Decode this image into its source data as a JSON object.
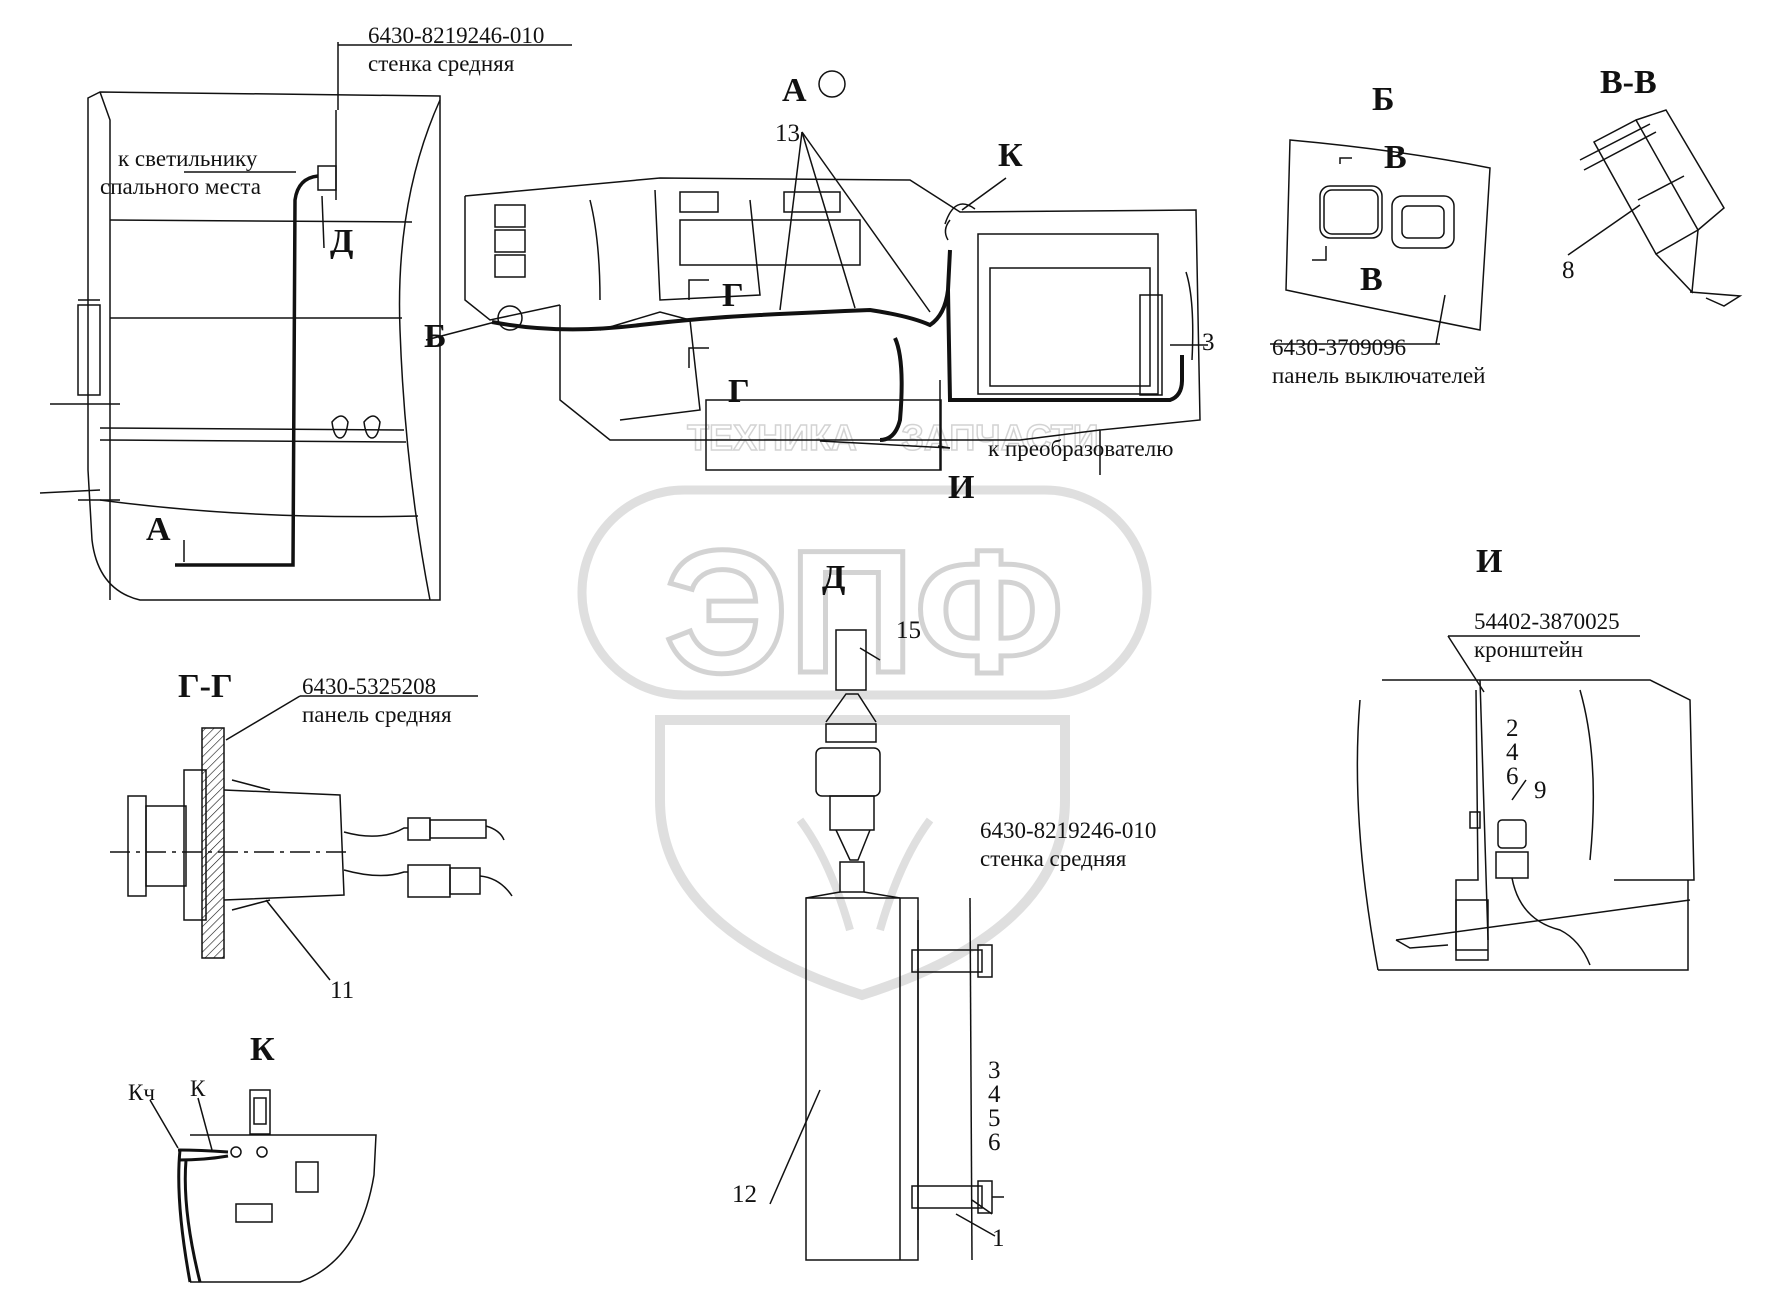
{
  "watermark": {
    "main": "ЭПФ",
    "left_word": "ТЕХНИКА",
    "right_word": "ЗАПЧАСТИ",
    "color": "#d8d8d8"
  },
  "views": {
    "a_circle": "А",
    "b": "Б",
    "bb": "В-В",
    "v": "В",
    "gg": "Г-Г",
    "g": "Г",
    "d": "Д",
    "i": "И",
    "k": "К",
    "a": "А"
  },
  "labels": {
    "sredn_stenka_part": "6430-8219246-010",
    "sredn_stenka_name": "стенка средняя",
    "svetilnik_line1": "к светильнику",
    "svetilnik_line2": "спального места",
    "panel_vykl_part": "6430-3709096",
    "panel_vykl_name": "панель выключателей",
    "preobr": "к преобразователю",
    "panel_sred_part": "6430-5325208",
    "panel_sred_name": "панель средняя",
    "kronsh_part": "54402-3870025",
    "kronsh_name": "кронштейн",
    "kch": "Кч",
    "k_small": "К"
  },
  "numbers": {
    "n13": "13",
    "n3": "3",
    "n8": "8",
    "n15": "15",
    "n11": "11",
    "n12": "12",
    "n1": "1",
    "n9": "9",
    "stack_a": [
      "2",
      "4",
      "6"
    ],
    "stack_b": [
      "3",
      "4",
      "5",
      "6"
    ]
  }
}
